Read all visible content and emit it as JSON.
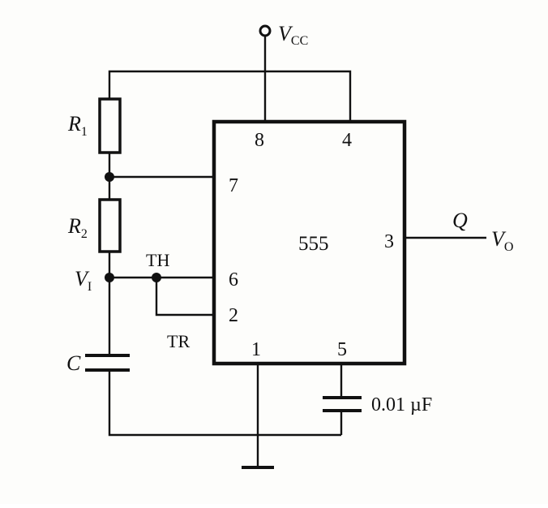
{
  "diagram": {
    "chip": {
      "label": "555",
      "pins": {
        "p8": "8",
        "p4": "4",
        "p7": "7",
        "p3": "3",
        "p6": "6",
        "p2": "2",
        "p1": "1",
        "p5": "5"
      }
    },
    "supply": {
      "main": "V",
      "sub": "CC"
    },
    "resistor1": {
      "main": "R",
      "sub": "1"
    },
    "resistor2": {
      "main": "R",
      "sub": "2"
    },
    "node_vi": {
      "main": "V",
      "sub": "I"
    },
    "threshold_label": "TH",
    "trigger_label": "TR",
    "capacitor_label": "C",
    "control_cap_label": "0.01 µF",
    "output_q": "Q",
    "output_vo": {
      "main": "V",
      "sub": "O"
    }
  }
}
